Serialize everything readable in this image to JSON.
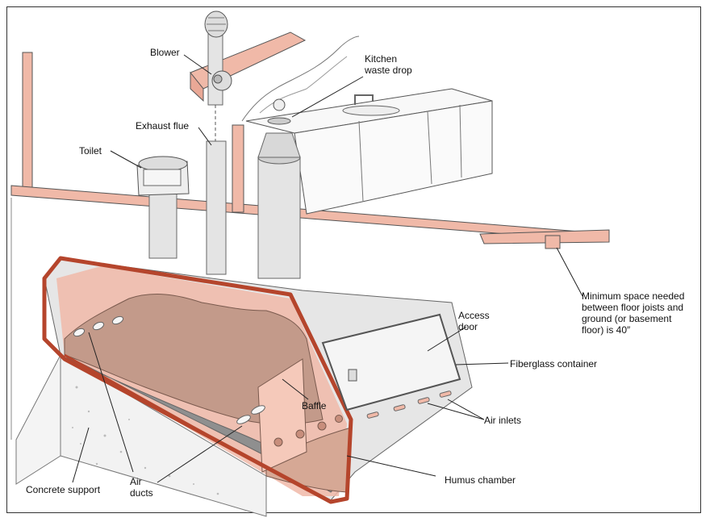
{
  "labels": {
    "blower": "Blower",
    "kitchen_waste_drop": "Kitchen\nwaste drop",
    "exhaust_flue": "Exhaust flue",
    "toilet": "Toilet",
    "minimum_space": "Minimum space needed\nbetween floor joists and\nground (or basement\nfloor) is 40″",
    "access_door": "Access\ndoor",
    "fiberglass_container": "Fiberglass container",
    "baffle": "Baffle",
    "air_inlets": "Air inlets",
    "humus_chamber": "Humus chamber",
    "air_ducts": "Air\nducts",
    "concrete_support": "Concrete support"
  },
  "colors": {
    "joist_pink": "#f0b9a8",
    "container_outline": "#b5452c",
    "container_gray": "#e6e6e6",
    "compost_brown": "#c39a8a",
    "gravel_gray": "#8f8f8f"
  }
}
